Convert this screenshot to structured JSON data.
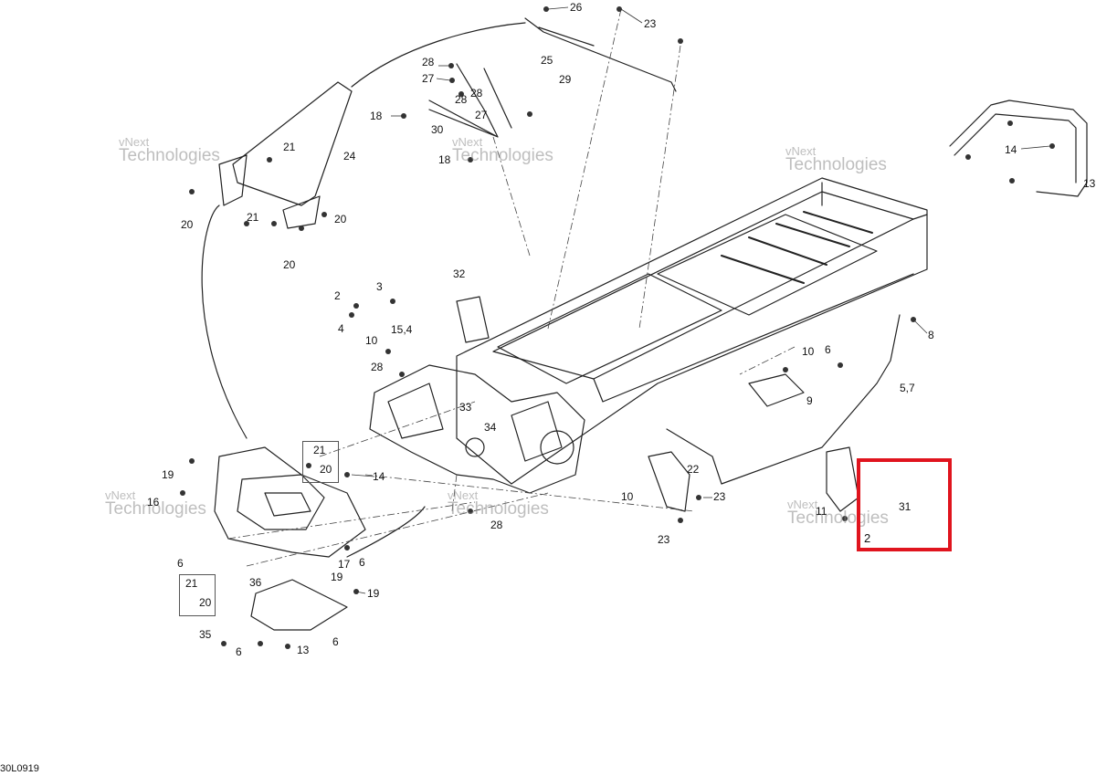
{
  "watermark": {
    "line1": "vNext",
    "line2": "Technologies",
    "line1_alt": "vNext Technologies"
  },
  "callouts": [
    "26",
    "23",
    "28",
    "27",
    "28",
    "25",
    "29",
    "28",
    "27",
    "18",
    "30",
    "24",
    "21",
    "21",
    "20",
    "20",
    "20",
    "18",
    "32",
    "2",
    "3",
    "4",
    "15,4",
    "10",
    "28",
    "33",
    "34",
    "8",
    "10",
    "6",
    "9",
    "5,7",
    "21",
    "20",
    "14",
    "19",
    "16",
    "6",
    "17",
    "6",
    "19",
    "22",
    "23",
    "10",
    "28",
    "23",
    "21",
    "20",
    "36",
    "19",
    "35",
    "6",
    "13",
    "6",
    "14",
    "13",
    "11",
    "31",
    "2"
  ],
  "highlight_color": "#e0141e",
  "diagram_code": "30L0919"
}
